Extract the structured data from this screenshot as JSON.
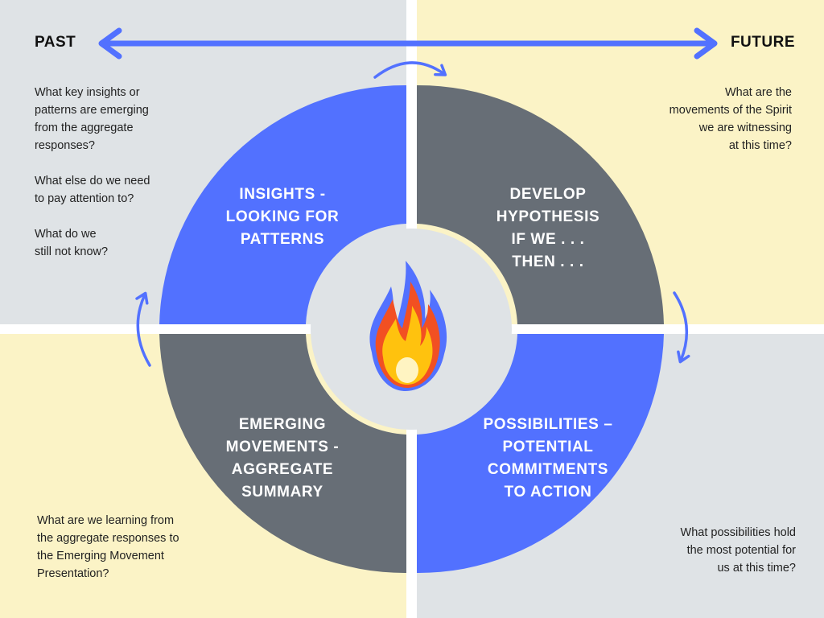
{
  "timeline": {
    "past_label": "PAST",
    "future_label": "FUTURE"
  },
  "segments": {
    "top_left": {
      "lines": [
        "INSIGHTS -",
        "LOOKING FOR",
        "PATTERNS"
      ],
      "color": "#5271ff"
    },
    "top_right": {
      "lines": [
        "DEVELOP",
        "HYPOTHESIS",
        "IF WE . . .",
        "THEN . . ."
      ],
      "color": "#676e76"
    },
    "bottom_left": {
      "lines": [
        "EMERGING",
        "MOVEMENTS -",
        "AGGREGATE",
        "SUMMARY"
      ],
      "color": "#676e76"
    },
    "bottom_right": {
      "lines": [
        "POSSIBILITIES –",
        "POTENTIAL",
        "COMMITMENTS",
        "TO ACTION"
      ],
      "color": "#5271ff"
    }
  },
  "notes": {
    "top_left": [
      [
        "What key insights or",
        "patterns are emerging",
        "from the aggregate",
        "responses?"
      ],
      [
        "What else do we need",
        "to pay attention to?"
      ],
      [
        "What do we",
        "still not know?"
      ]
    ],
    "top_right": [
      [
        "What are the",
        "movements of the Spirit",
        "we are witnessing",
        "at this time?"
      ]
    ],
    "bottom_left": [
      [
        "What are we learning from",
        "the aggregate responses to",
        "the Emerging Movement",
        "Presentation?"
      ]
    ],
    "bottom_right": [
      [
        "What possibilities hold",
        "the most potential for",
        "us at this time?"
      ]
    ]
  },
  "center": {
    "icon": "flame-icon"
  },
  "colors": {
    "accent_blue": "#5271ff",
    "dark_gray": "#676e76",
    "light_gray": "#dfe3e6",
    "light_yellow": "#fbf3c6"
  }
}
